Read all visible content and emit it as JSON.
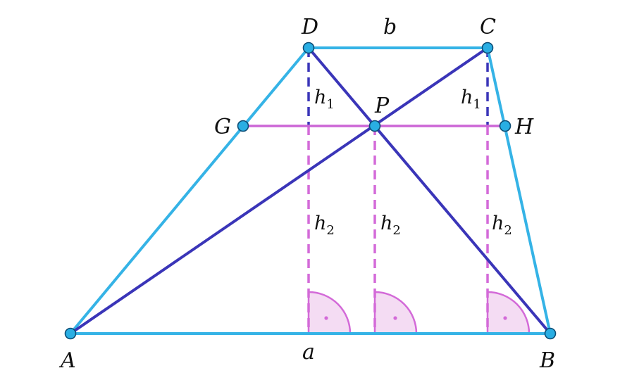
{
  "colors": {
    "trapezoid": "#35b3e6",
    "diagonal": "#3a35b8",
    "height_dash_upper": "#3a35b8",
    "height_dash_lower": "#d36ad8",
    "midline": "#cc66d6",
    "point_fill": "#29aee3",
    "point_stroke": "#0d4d75",
    "right_angle_fill": "#f4dcf3",
    "right_angle_stroke": "#d36ad8"
  },
  "points": {
    "A": "A",
    "B": "B",
    "C": "C",
    "D": "D",
    "G": "G",
    "H": "H",
    "P": "P"
  },
  "side_labels": {
    "a": "a",
    "b": "b"
  },
  "heights": {
    "h_letter": "h",
    "sub1": "1",
    "sub2": "2"
  }
}
